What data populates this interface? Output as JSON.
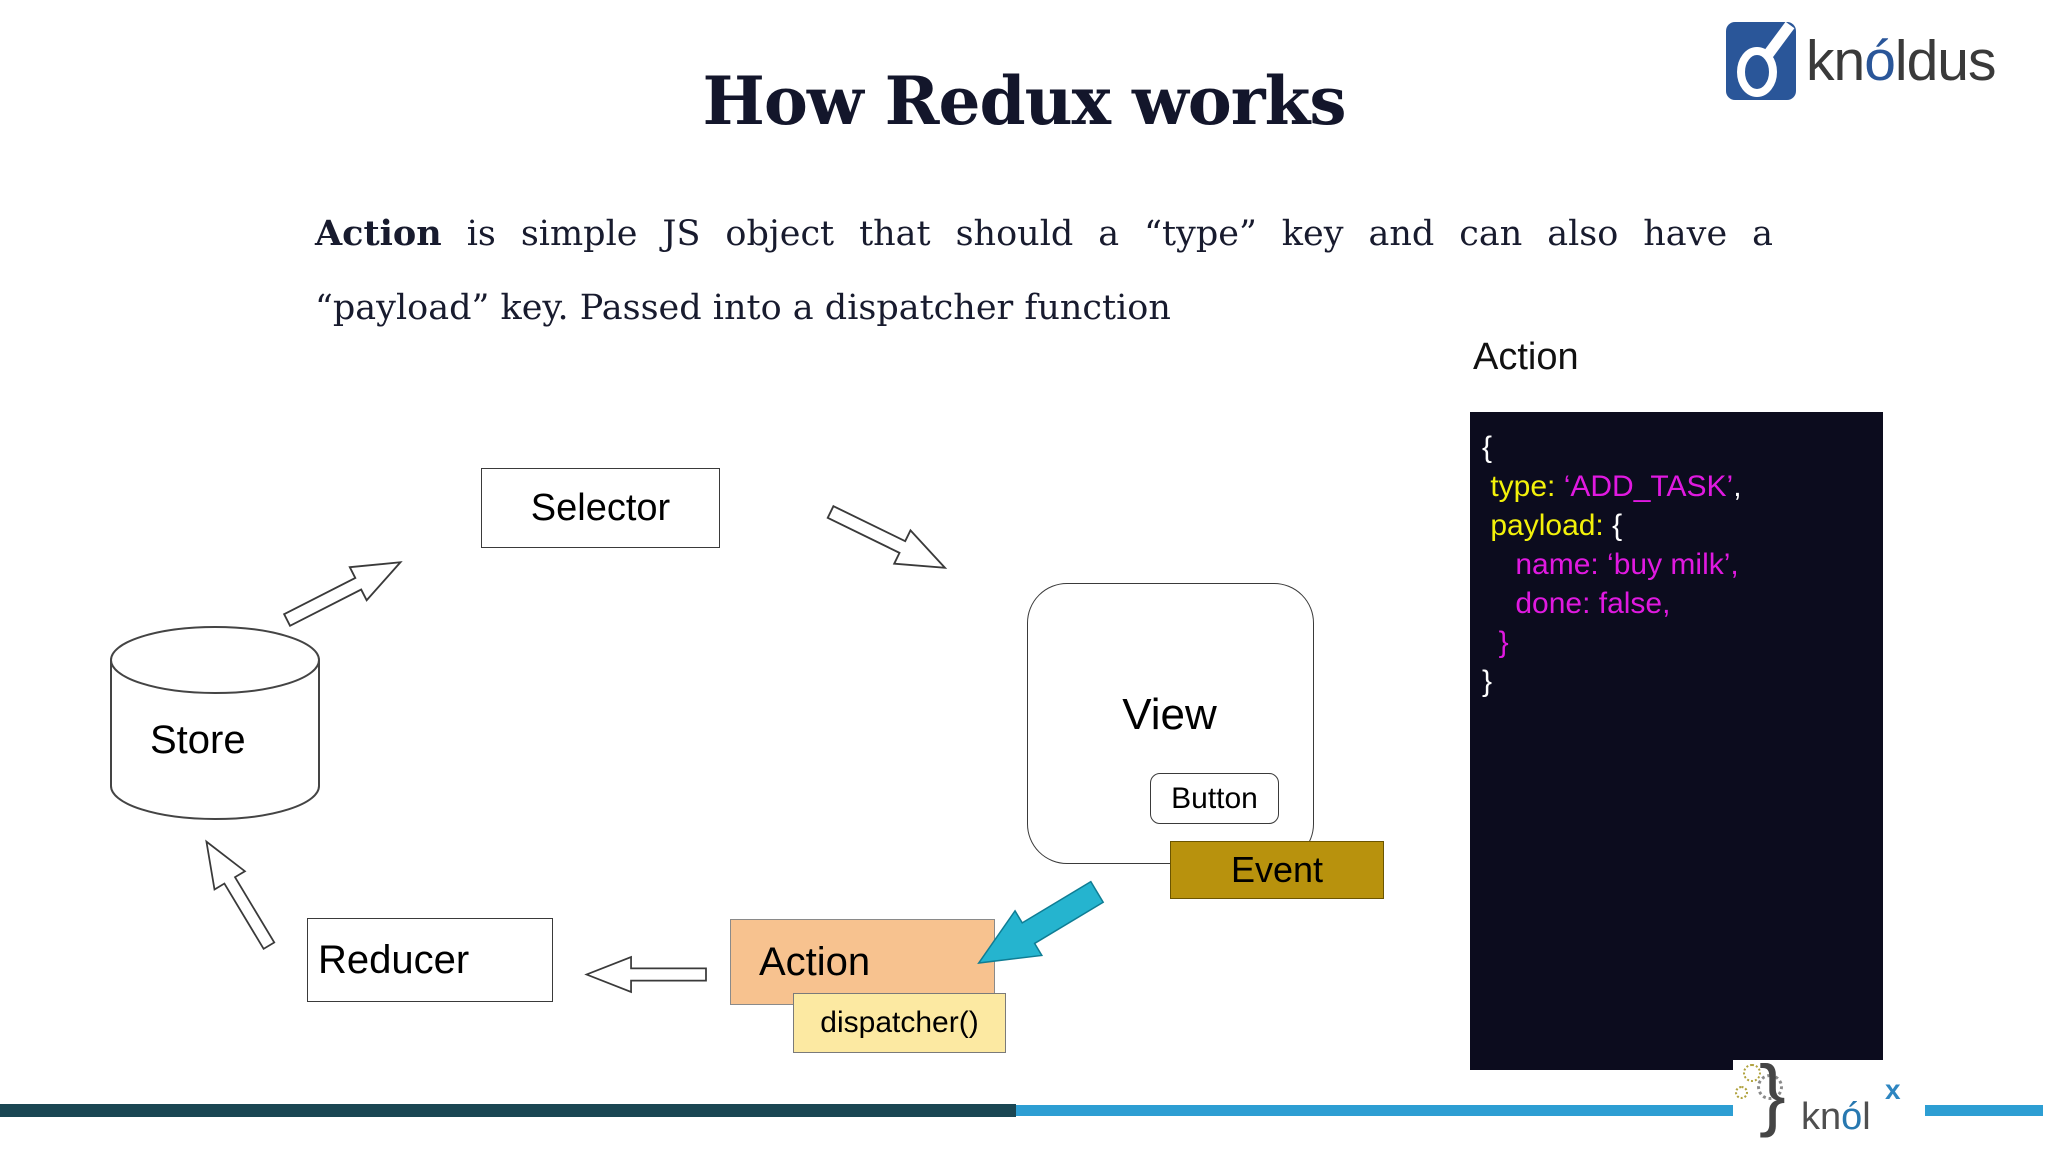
{
  "slide": {
    "title": "How Redux works",
    "paragraph": {
      "line1_bold": "Action",
      "line1_rest": " is simple JS object that should a “type” key and can also have a",
      "line2": "“payload” key. Passed into a dispatcher function"
    }
  },
  "header_logo": {
    "kn": "kn",
    "o": "ó",
    "ldus": "ldus"
  },
  "diagram": {
    "selector_label": "Selector",
    "store_label": "Store",
    "view_label": "View",
    "button_label": "Button",
    "event_label": "Event",
    "action_label": "Action",
    "dispatcher_label": "dispatcher()",
    "reducer_label": "Reducer"
  },
  "code_panel": {
    "heading": "Action",
    "lines": [
      [
        {
          "t": "{",
          "c": "w"
        }
      ],
      [
        {
          "t": " ",
          "c": "w"
        },
        {
          "t": "type: ",
          "c": "y"
        },
        {
          "t": "‘ADD_TASK’",
          "c": "m"
        },
        {
          "t": ",",
          "c": "w"
        }
      ],
      [
        {
          "t": " ",
          "c": "w"
        },
        {
          "t": "payload: ",
          "c": "y"
        },
        {
          "t": "{",
          "c": "w"
        }
      ],
      [
        {
          "t": "    ",
          "c": "w"
        },
        {
          "t": "name: ‘buy milk’,",
          "c": "m"
        }
      ],
      [
        {
          "t": "    ",
          "c": "w"
        },
        {
          "t": "done: false,",
          "c": "m"
        }
      ],
      [
        {
          "t": "  }",
          "c": "m"
        }
      ],
      [
        {
          "t": "}",
          "c": "w"
        }
      ]
    ]
  },
  "footer_logo": {
    "knol": "kn",
    "o": "ó",
    "l": "l",
    "x": "x"
  },
  "colors": {
    "title_text": "#13162b",
    "code_background": "#0c0c1e",
    "code_yellow": "#f3f10a",
    "code_magenta": "#e019e0",
    "code_white": "#ffffff",
    "event_gold": "#b8920d",
    "action_peach": "#f7c28f",
    "dispatcher_yellow": "#fce9a2",
    "cyan_arrow": "#25b4cf",
    "footer_dark_teal": "#1a4653",
    "footer_blue": "#2d9ed3",
    "brand_blue": "#2a5699"
  }
}
